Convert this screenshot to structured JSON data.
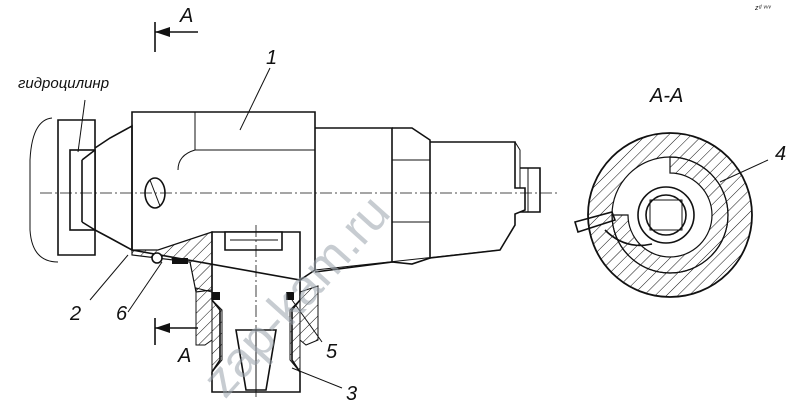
{
  "labels": {
    "cylinder": "гидроцилинр",
    "section_view": "А-А",
    "section_mark_top": "А",
    "section_mark_bottom": "А",
    "watermark": "zap-kam.ru",
    "corner_note": "zᵈ ᵛᵛᵛ"
  },
  "callouts": [
    {
      "id": "1",
      "text": "1"
    },
    {
      "id": "2",
      "text": "2"
    },
    {
      "id": "3",
      "text": "3"
    },
    {
      "id": "4",
      "text": "4"
    },
    {
      "id": "5",
      "text": "5"
    },
    {
      "id": "6",
      "text": "6"
    }
  ],
  "colors": {
    "ink": "#111111",
    "paper": "#ffffff",
    "watermark": "#9aa4ad"
  }
}
